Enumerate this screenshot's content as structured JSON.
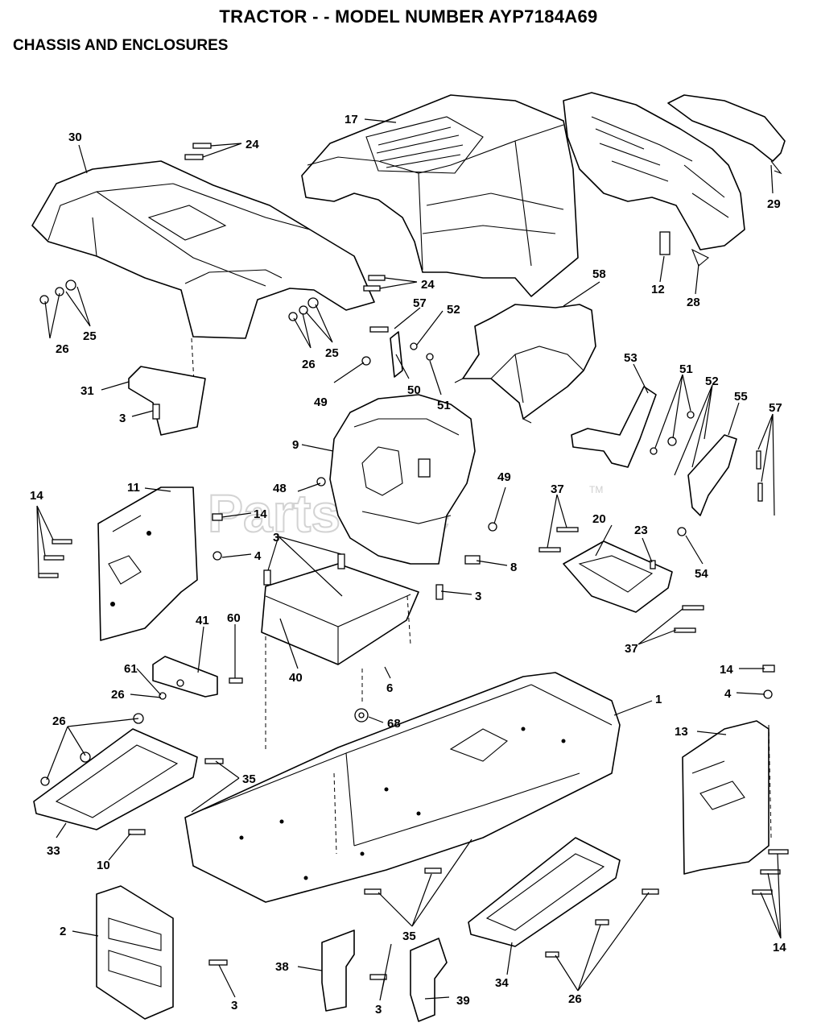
{
  "header": {
    "title": "TRACTOR - - MODEL NUMBER AYP7184A69",
    "subtitle": "CHASSIS AND ENCLOSURES"
  },
  "watermark": {
    "text": "PartsTree",
    "trademark": "TM"
  },
  "callouts": [
    "30",
    "24",
    "17",
    "29",
    "24",
    "12",
    "28",
    "58",
    "57",
    "52",
    "25",
    "26",
    "25",
    "26",
    "53",
    "51",
    "52",
    "55",
    "57",
    "31",
    "49",
    "50",
    "51",
    "3",
    "9",
    "14",
    "11",
    "14",
    "48",
    "49",
    "37",
    "20",
    "23",
    "4",
    "3",
    "8",
    "3",
    "54",
    "41",
    "60",
    "40",
    "61",
    "26",
    "6",
    "37",
    "1",
    "14",
    "4",
    "68",
    "26",
    "13",
    "35",
    "33",
    "10",
    "2",
    "35",
    "34",
    "26",
    "14",
    "38",
    "3",
    "39",
    "3"
  ],
  "colors": {
    "ink": "#000000",
    "paper": "#ffffff",
    "watermark": "#d3d3d3"
  }
}
